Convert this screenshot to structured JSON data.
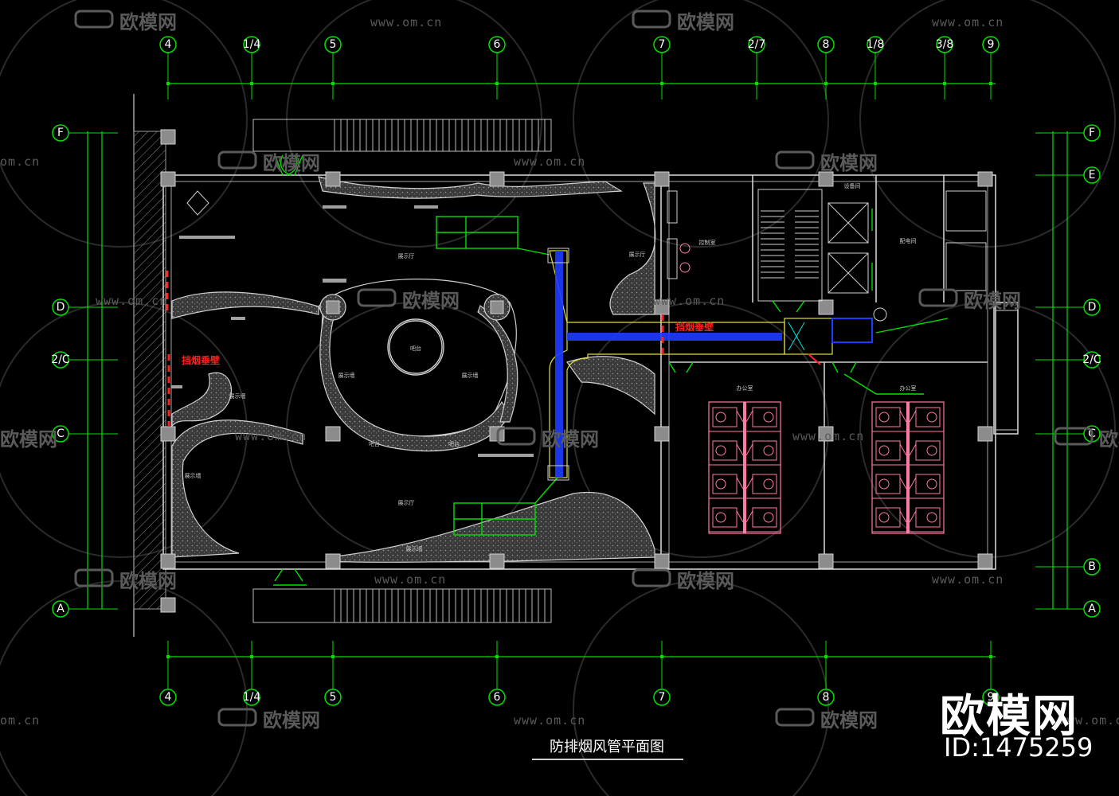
{
  "drawing": {
    "title": "防排烟风管平面图",
    "colors": {
      "axis": "#00e000",
      "duct": "#1e3cff",
      "duct_edge": "#e0e040",
      "column": "#8c8c8c",
      "wall": "#c8c8c8",
      "furniture": "#ff7aa8",
      "smoke": "#ff2020",
      "watermark": "#5a5a5a"
    },
    "top_axes": [
      "4",
      "1/4",
      "5",
      "6",
      "7",
      "2/7",
      "8",
      "1/8",
      "3/8",
      "9"
    ],
    "bottom_axes": [
      "4",
      "1/4",
      "5",
      "6",
      "7",
      "8",
      "9"
    ],
    "left_axes": [
      "F",
      "D",
      "2/C",
      "C",
      "A"
    ],
    "right_axes": [
      "F",
      "E",
      "D",
      "2/C",
      "C",
      "B",
      "A"
    ],
    "red_labels": [
      "挡烟垂壁",
      "挡烟垂壁"
    ],
    "room_labels": [
      "展示厅",
      "展示厅",
      "展示墙",
      "展示墙",
      "展示墙",
      "展示墙",
      "展示墙",
      "吧台",
      "吧台",
      "吧台",
      "展示厅",
      "控制室",
      "办公室",
      "办公室",
      "配电间",
      "设备间"
    ]
  },
  "watermarks": {
    "brand_cn": "欧模网",
    "url": "www.om.cn",
    "url_short": "om.cn"
  },
  "brand": {
    "name": "欧模网",
    "id": "ID:1475259"
  }
}
